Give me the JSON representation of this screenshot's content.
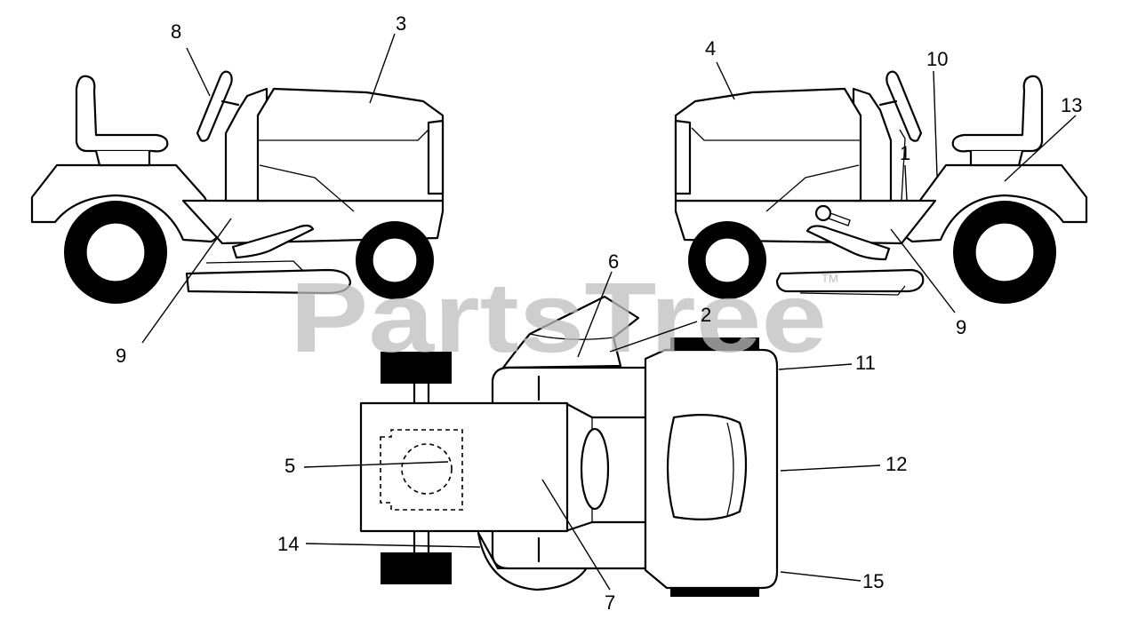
{
  "watermark": {
    "text": "PartsTree",
    "trademark": "TM"
  },
  "callouts": [
    {
      "id": "1",
      "label": "1"
    },
    {
      "id": "2",
      "label": "2"
    },
    {
      "id": "3",
      "label": "3"
    },
    {
      "id": "4",
      "label": "4"
    },
    {
      "id": "5",
      "label": "5"
    },
    {
      "id": "6",
      "label": "6"
    },
    {
      "id": "7",
      "label": "7"
    },
    {
      "id": "8",
      "label": "8"
    },
    {
      "id": "9a",
      "label": "9"
    },
    {
      "id": "9b",
      "label": "9"
    },
    {
      "id": "10",
      "label": "10"
    },
    {
      "id": "11",
      "label": "11"
    },
    {
      "id": "12",
      "label": "12"
    },
    {
      "id": "13",
      "label": "13"
    },
    {
      "id": "14",
      "label": "14"
    },
    {
      "id": "15",
      "label": "15"
    }
  ]
}
